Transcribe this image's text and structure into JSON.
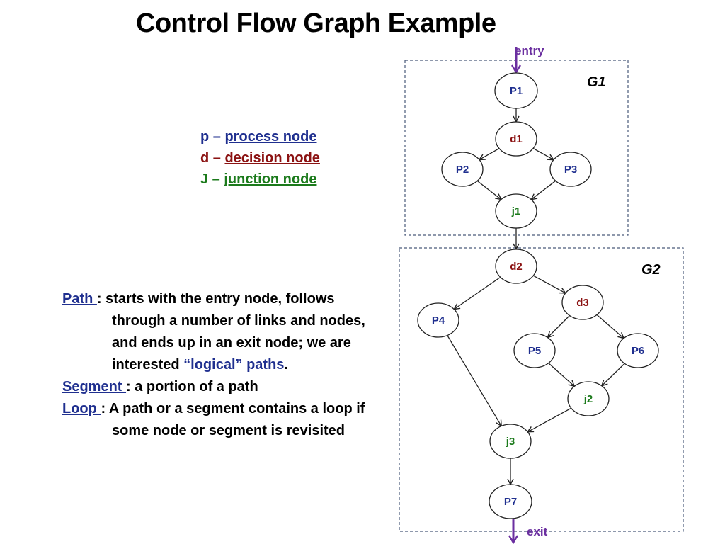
{
  "title": "Control Flow Graph Example",
  "legend": [
    {
      "prefix": "p – ",
      "term": "process node",
      "color": "#1f2f8f"
    },
    {
      "prefix": "d – ",
      "term": "decision node",
      "color": "#8b1212"
    },
    {
      "prefix": "J – ",
      "term": "junction node",
      "color": "#1b7a1b"
    }
  ],
  "definitions": {
    "path_term": "Path ",
    "path_l1": ": starts with the entry node, follows",
    "path_l2": "through a number of links and nodes,",
    "path_l3": "and ends up in an exit node;  we are",
    "path_l4a": "interested ",
    "path_l4b": "“logical” paths",
    "path_l4c": ".",
    "segment_term": "Segment ",
    "segment_text": ":  a portion of a path",
    "loop_term": "Loop ",
    "loop_l1": ": A path or a segment contains a loop if",
    "loop_l2": "some node or segment is revisited"
  },
  "diagram": {
    "entry_label": "entry",
    "exit_label": "exit",
    "groups": [
      {
        "label": "G1"
      },
      {
        "label": "G2"
      }
    ],
    "nodes": {
      "P1": {
        "label": "P1",
        "kind": "process"
      },
      "d1": {
        "label": "d1",
        "kind": "decision"
      },
      "P2": {
        "label": "P2",
        "kind": "process"
      },
      "P3": {
        "label": "P3",
        "kind": "process"
      },
      "j1": {
        "label": "j1",
        "kind": "junction"
      },
      "d2": {
        "label": "d2",
        "kind": "decision"
      },
      "P4": {
        "label": "P4",
        "kind": "process"
      },
      "d3": {
        "label": "d3",
        "kind": "decision"
      },
      "P5": {
        "label": "P5",
        "kind": "process"
      },
      "P6": {
        "label": "P6",
        "kind": "process"
      },
      "j2": {
        "label": "j2",
        "kind": "junction"
      },
      "j3": {
        "label": "j3",
        "kind": "junction"
      },
      "P7": {
        "label": "P7",
        "kind": "process"
      }
    },
    "edges": [
      [
        "P1",
        "d1"
      ],
      [
        "d1",
        "P2"
      ],
      [
        "d1",
        "P3"
      ],
      [
        "P2",
        "j1"
      ],
      [
        "P3",
        "j1"
      ],
      [
        "j1",
        "d2"
      ],
      [
        "d2",
        "P4"
      ],
      [
        "d2",
        "d3"
      ],
      [
        "d3",
        "P5"
      ],
      [
        "d3",
        "P6"
      ],
      [
        "P5",
        "j2"
      ],
      [
        "P6",
        "j2"
      ],
      [
        "P4",
        "j3"
      ],
      [
        "j2",
        "j3"
      ],
      [
        "j3",
        "P7"
      ]
    ],
    "colors": {
      "process": "#1f2f8f",
      "decision": "#8b1212",
      "junction": "#1b7a1b",
      "terminal": "#6b2fa0",
      "group_border": "#4a5a7a"
    }
  }
}
